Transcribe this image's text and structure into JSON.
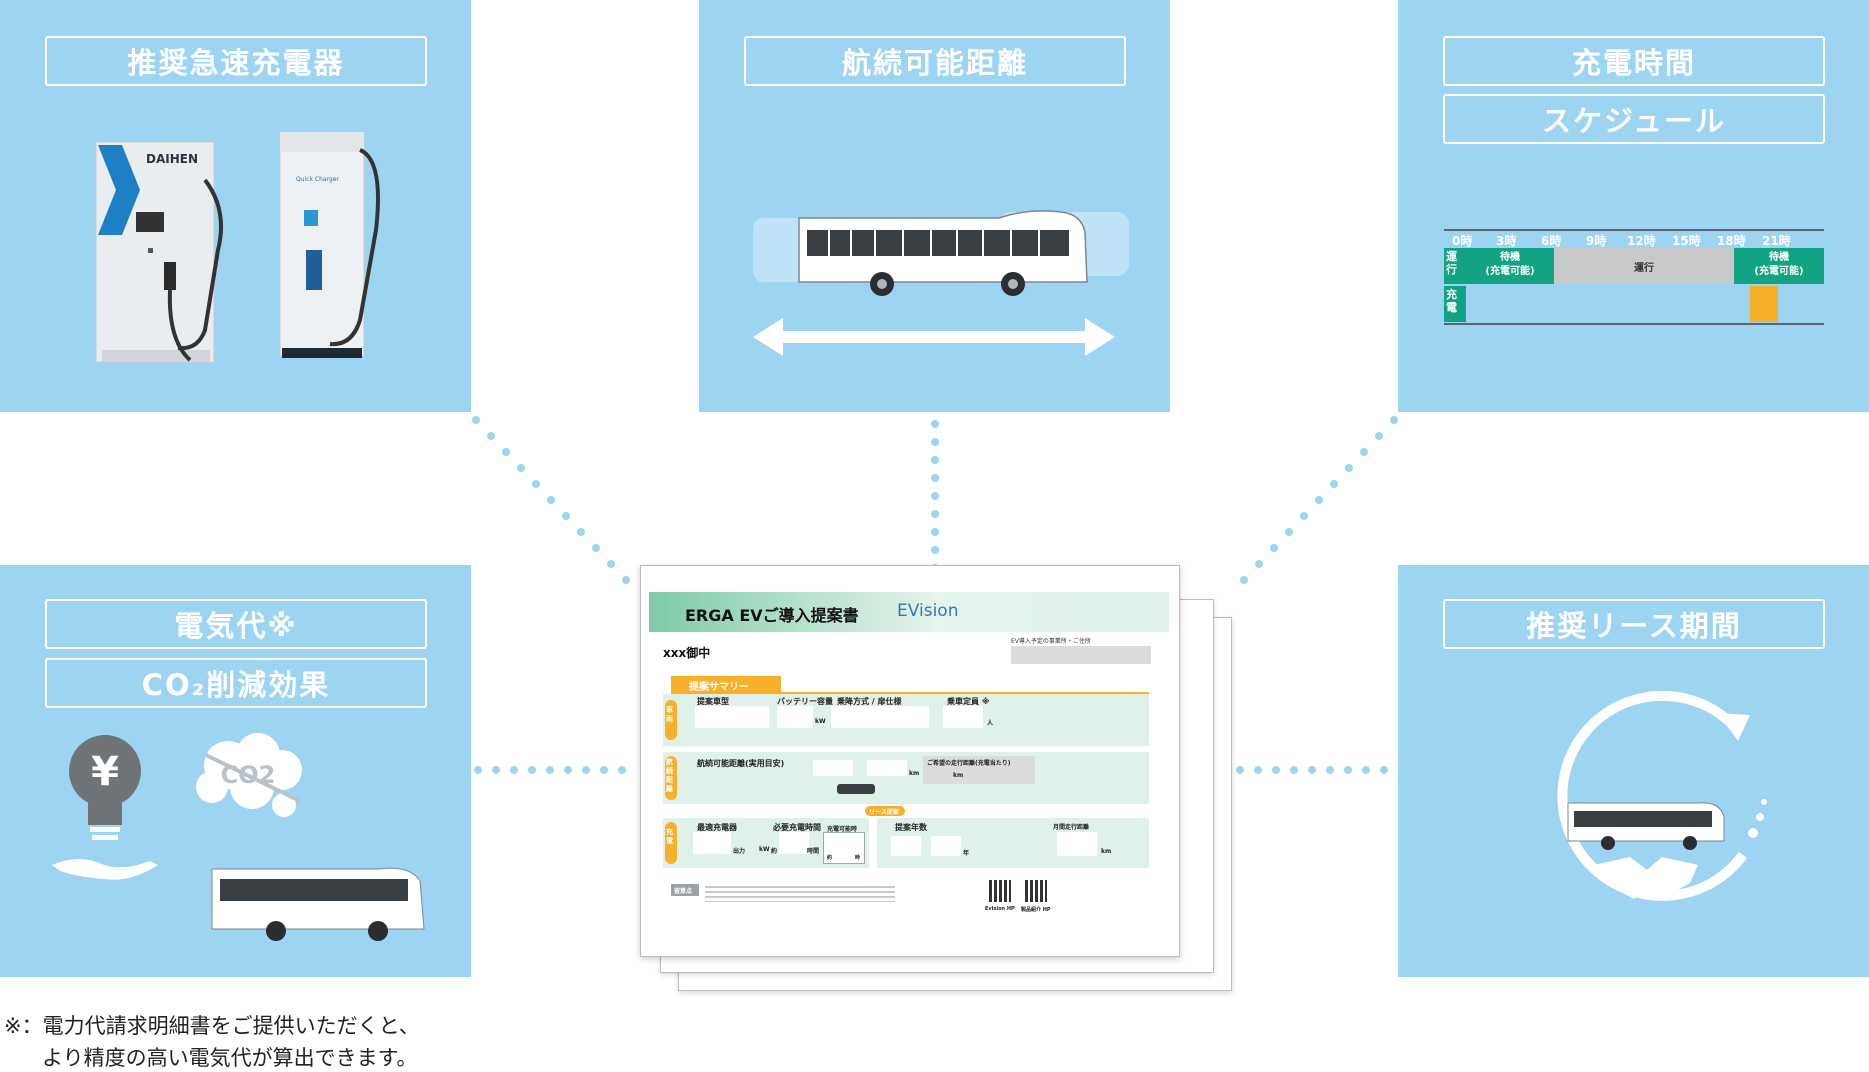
{
  "panels": {
    "charger": {
      "title": "推奨急速充電器",
      "brand_left": "DAIHEN",
      "brand_right": "Quick Charger"
    },
    "range": {
      "title": "航続可能距離"
    },
    "charge_time": {
      "title": "充電時間",
      "subtitle": "スケジュール"
    },
    "electricity": {
      "title": "電気代※",
      "subtitle": "CO₂削減効果"
    },
    "lease": {
      "title": "推奨リース期間"
    }
  },
  "schedule": {
    "hours": [
      "0時",
      "3時",
      "6時",
      "9時",
      "12時",
      "15時",
      "18時",
      "21時"
    ],
    "rows": {
      "operation": "運行",
      "charging": "充電"
    },
    "blocks": {
      "standby_left": "待機\n(充電可能)",
      "running": "運行",
      "standby_right": "待機\n(充電可能)"
    }
  },
  "document": {
    "title": "ERGA EVご導入提案書",
    "logo": "EVision",
    "customer": "xxx御中",
    "site_label": "EV導入予定の事業所・ご住所",
    "summary_tab": "提案サマリー",
    "vehicle_section": {
      "side": "車両",
      "fields": [
        "提案車型",
        "バッテリー容量",
        "乗降方式 / 扉仕様",
        "乗車定員 ※"
      ],
      "unit_kw": "kW",
      "unit_person": "人"
    },
    "range_section": {
      "side": "航続距離",
      "label": "航続可能距離(実用目安)",
      "desired": "ご希望の走行距離(充電当たり)",
      "unit_km": "km"
    },
    "charge_section": {
      "side": "充電",
      "fields": [
        "最適充電器",
        "必要充電時間",
        "充電可能時"
      ],
      "lease_badge": "リース提案",
      "lease_label": "提案年数",
      "year_unit": "年",
      "monthly_label": "月間走行距離",
      "output": "出力",
      "about": "約",
      "hour_unit": "時間",
      "time_unit": "時"
    },
    "caution": "留意点",
    "qr_labels": [
      "Evision HP",
      "製品紹介 HP"
    ]
  },
  "footnote": {
    "line1": "※：電力代請求明細書をご提供いただくと、",
    "line2": "より精度の高い電気代が算出できます。"
  },
  "colors": {
    "panel": "#9dd4f2",
    "green": "#12a383",
    "orange": "#f6b02a",
    "doc_green": "#e0f1ea"
  }
}
